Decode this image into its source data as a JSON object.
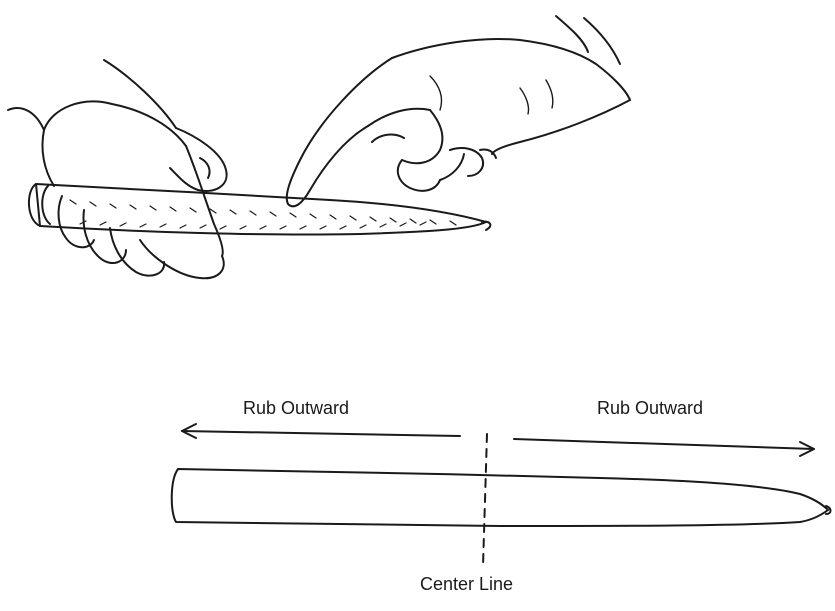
{
  "diagram": {
    "rub_left_label": "Rub Outward",
    "rub_right_label": "Rub Outward",
    "center_label": "Center Line"
  },
  "colors": {
    "ink": "#1a1a1a",
    "background": "#ffffff"
  },
  "icons": [
    "hand-left-icon",
    "hand-right-icon",
    "pointing-finger-icon"
  ]
}
